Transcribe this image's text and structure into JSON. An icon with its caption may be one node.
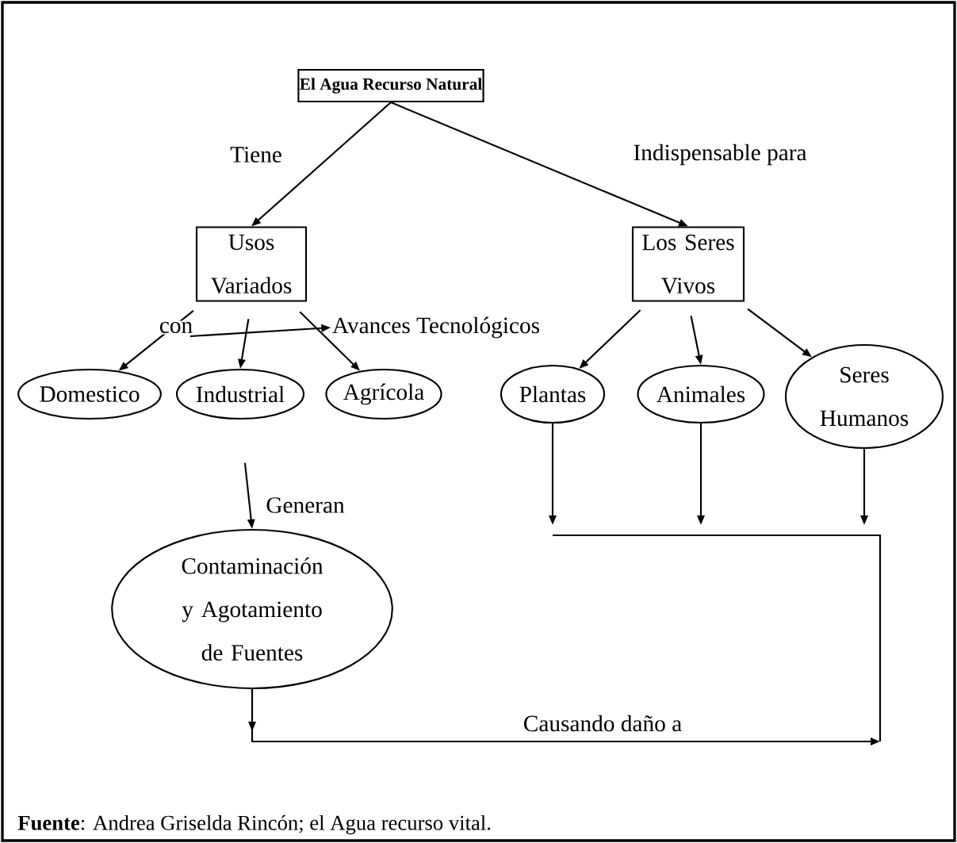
{
  "diagram": {
    "nodes": [
      {
        "text": [
          "El Agua Recurso Natural"
        ]
      },
      {
        "text": [
          "Usos Variados"
        ]
      },
      {
        "text": [
          "Los Seres Vivos"
        ]
      },
      {
        "text": [
          "Domestico"
        ]
      },
      {
        "text": [
          "Industrial"
        ]
      },
      {
        "text": [
          "Agrícola"
        ]
      },
      {
        "text": [
          "Plantas"
        ]
      },
      {
        "text": [
          "Animales"
        ]
      },
      {
        "text": [
          "Seres Humanos"
        ]
      },
      {
        "text": [
          "Contaminación y Agotamiento de Fuentes"
        ]
      },
      {
        "text": [
          "Avances Tecnológicos"
        ]
      }
    ],
    "edges": [
      {
        "from": 0,
        "to": 1,
        "arrow": "to",
        "label": "Tiene"
      },
      {
        "from": 0,
        "to": 2,
        "arrow": "to",
        "label": "Indispensable para"
      },
      {
        "from": 1,
        "to": 3,
        "arrow": "to"
      },
      {
        "from": 1,
        "to": 4,
        "arrow": "to"
      },
      {
        "from": 1,
        "to": 5,
        "arrow": "to"
      },
      {
        "from": null,
        "to": 10,
        "arrow": "to",
        "label": "con"
      },
      {
        "from": 2,
        "to": 6,
        "arrow": "to"
      },
      {
        "from": 2,
        "to": 7,
        "arrow": "to"
      },
      {
        "from": 2,
        "to": 8,
        "arrow": "to"
      },
      {
        "from": 4,
        "to": 9,
        "arrow": "to",
        "label": "Generan"
      },
      {
        "from": 6,
        "to": null,
        "arrow": "to"
      },
      {
        "from": 7,
        "to": null,
        "arrow": "to"
      },
      {
        "from": 8,
        "to": null,
        "arrow": "to"
      },
      {
        "from": 9,
        "to": null,
        "arrow": "to",
        "label": "Causando daño a"
      }
    ],
    "caption": "**Fuente**: Andrea Griselda Rincón; el Agua recurso vital."
  }
}
